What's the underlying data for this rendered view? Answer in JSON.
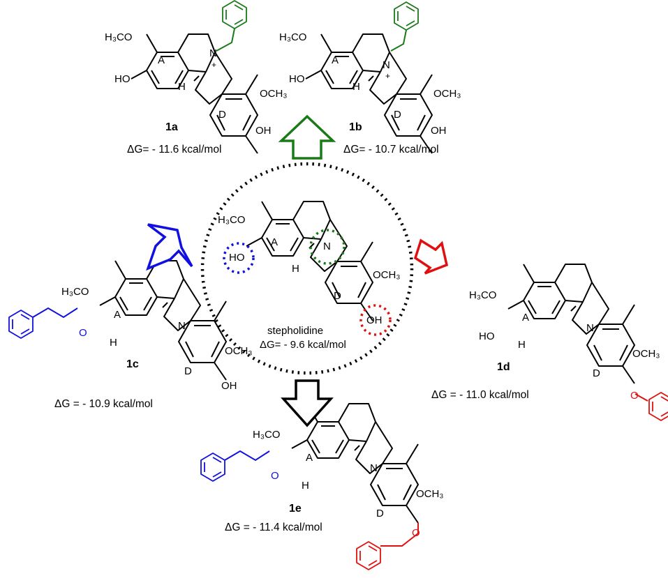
{
  "center": {
    "name": "stepholidine",
    "dg": "ΔG= - 9.6 kcal/mol"
  },
  "compounds": {
    "c1a": {
      "id": "1a",
      "dg": "ΔG= - 11.6 kcal/mol"
    },
    "c1b": {
      "id": "1b",
      "dg": "ΔG= - 10.7 kcal/mol"
    },
    "c1c": {
      "id": "1c",
      "dg": "ΔG = - 10.9 kcal/mol"
    },
    "c1d": {
      "id": "1d",
      "dg": "ΔG = - 11.0 kcal/mol"
    },
    "c1e": {
      "id": "1e",
      "dg": "ΔG = - 11.4 kcal/mol"
    }
  },
  "atoms": {
    "h3co": "H₃CO",
    "och3": "OCH₃",
    "ho": "HO",
    "oh": "OH",
    "o": "O",
    "n": "N",
    "h": "H",
    "plus": "+",
    "ring_a": "A",
    "ring_d": "D"
  },
  "colors": {
    "green": "#1a7a1a",
    "blue": "#1010e0",
    "red": "#e01010",
    "black": "#000000"
  },
  "arrows": [
    {
      "name": "arrow-up",
      "direction": "up",
      "color": "green"
    },
    {
      "name": "arrow-left",
      "direction": "up-left",
      "color": "blue"
    },
    {
      "name": "arrow-right",
      "direction": "down-right",
      "color": "red"
    },
    {
      "name": "arrow-down",
      "direction": "down",
      "color": "black"
    }
  ]
}
